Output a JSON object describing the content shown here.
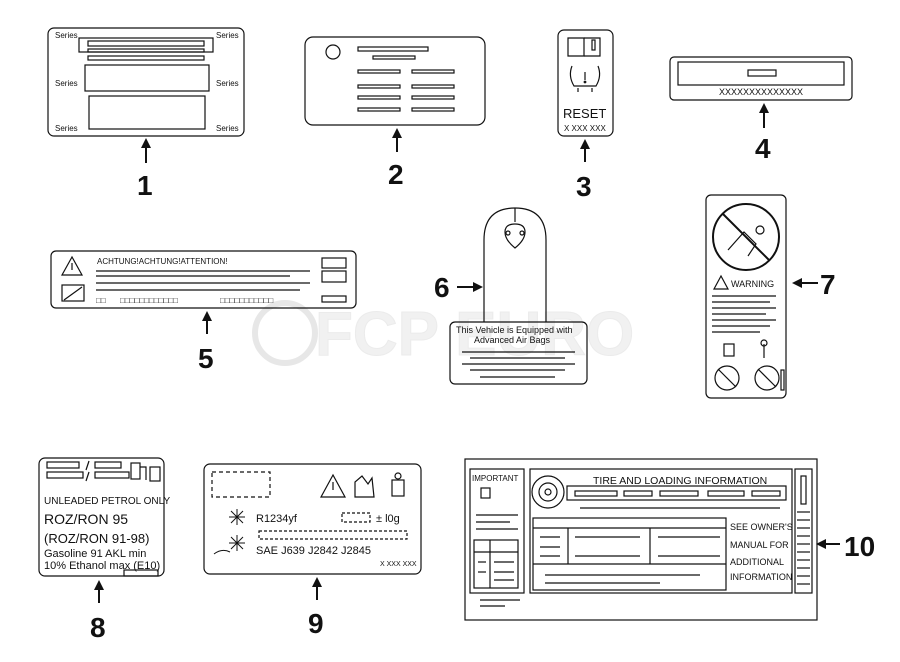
{
  "callouts": [
    "1",
    "2",
    "3",
    "4",
    "5",
    "6",
    "7",
    "8",
    "9",
    "10"
  ],
  "label1": {
    "series": "Series"
  },
  "label3": {
    "reset": "RESET",
    "code": "X XXX XXX"
  },
  "label4": {
    "code": "XXXXXXXXXXXXXX"
  },
  "label5": {
    "heading": "ACHTUNG!ACHTUNG!ATTENTION!",
    "boxes_left": "□□",
    "boxes_mid": "□□□□□□□□□□□□",
    "boxes_right": "□□□□□□□□□□□"
  },
  "label6": {
    "line1": "This Vehicle is Equipped with",
    "line2": "Advanced Air Bags"
  },
  "label7": {
    "warning": "WARNING"
  },
  "label8": {
    "line1": "UNLEADED PETROL ONLY",
    "line2": "ROZ/RON 95",
    "line3": "(ROZ/RON 91-98)",
    "line4": "Gasoline 91 AKL min",
    "line5": "10% Ethanol max (E10)"
  },
  "label9": {
    "refrigerant": "R1234yf",
    "amount": "± l0g",
    "standards": "SAE J639 J2842 J2845",
    "code": "X XXX XXX"
  },
  "label10": {
    "important": "IMPORTANT",
    "title": "TIRE AND LOADING INFORMATION",
    "see1": "SEE OWNER'S",
    "see2": "MANUAL FOR",
    "see3": "ADDITIONAL",
    "see4": "INFORMATION"
  },
  "watermark": {
    "text": "FCP EURO"
  },
  "colors": {
    "line": "#111111",
    "watermark": "#dddddd"
  }
}
